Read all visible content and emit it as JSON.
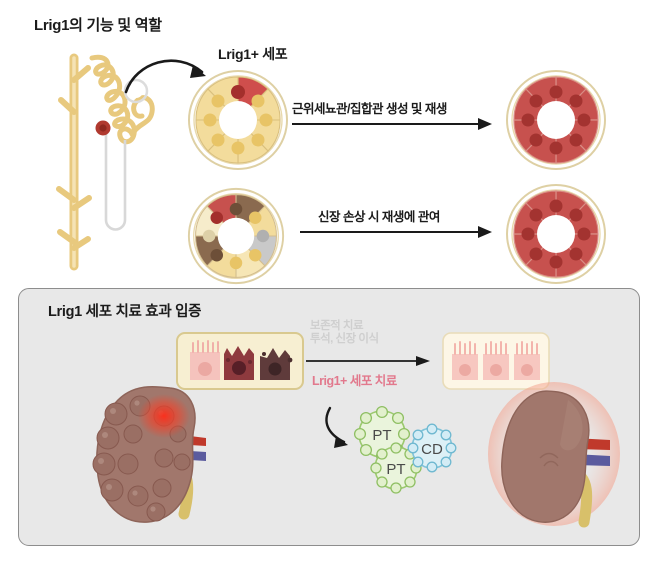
{
  "figure": {
    "top_section": {
      "title": "Lrig1의 기능 및 역할",
      "cell_label": "Lrig1+ 세포",
      "arrow_labels": [
        "근위세뇨관/집합관 생성 및 재생",
        "신장 손상 시 재생에 관여"
      ]
    },
    "bottom_panel": {
      "title": "Lrig1 세포 치료 효과 입증",
      "conservative_line1": "보존적 치료",
      "conservative_line2": "투석, 신장 이식",
      "therapy_label": "Lrig1+ 세포 치료",
      "organoids": [
        {
          "name": "PT",
          "type": "proximal-tubule"
        },
        {
          "name": "PT",
          "type": "proximal-tubule"
        },
        {
          "name": "CD",
          "type": "collecting-duct"
        }
      ]
    },
    "colors": {
      "nephron": "#e8c97e",
      "lrig1_marker": "#b0392f",
      "tubule_yellow": "#f3dc9c",
      "tubule_red": "#c7514e",
      "tubule_brown": "#8a6a4f",
      "tubule_gray": "#c9c9c9",
      "panel_bg": "#e8e8e8",
      "panel_border": "#8d8d8d",
      "therapy_pink": "#e2798d",
      "conservative_gray": "#cfcfcf",
      "organoid_green": "#8fbf63",
      "organoid_blue": "#7fc3d9",
      "kidney_brown": "#a1776c",
      "artery_red": "#c0392b",
      "vein_blue": "#5b5b9e",
      "ureter_yellow": "#d8c06a",
      "tissue_pink": "#f5c3bd",
      "tissue_darkred": "#8e3a3e",
      "tissue_darkbrown": "#5f3b3b",
      "tissue_panel_bg": "#f7efd2"
    }
  }
}
